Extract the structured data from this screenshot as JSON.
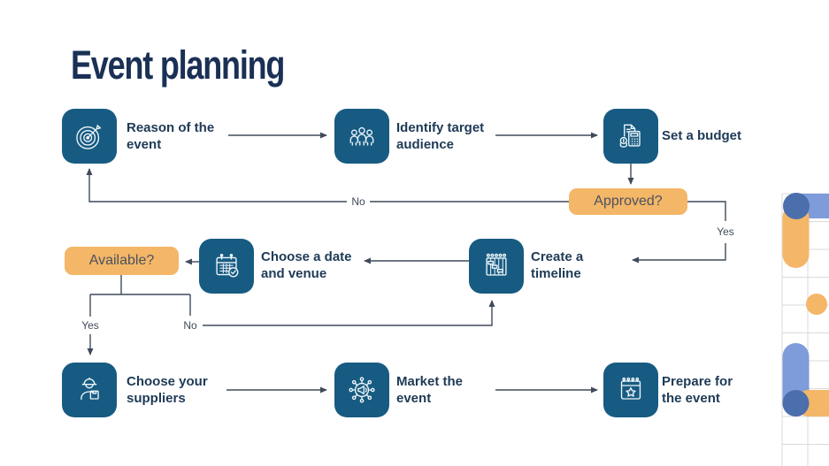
{
  "slide": {
    "title": "Event planning"
  },
  "flow": {
    "nodes": [
      {
        "label": "Reason of the\nevent",
        "icon": "target-icon"
      },
      {
        "label": "Identify target\naudience",
        "icon": "audience-icon"
      },
      {
        "label": "Set a budget",
        "icon": "budget-calculator-icon"
      },
      {
        "label": "Create a\ntimeline",
        "icon": "gantt-timeline-icon"
      },
      {
        "label": "Choose a date\nand venue",
        "icon": "calendar-check-icon"
      },
      {
        "label": "Choose your\nsuppliers",
        "icon": "supplier-worker-icon"
      },
      {
        "label": "Market the\nevent",
        "icon": "megaphone-network-icon"
      },
      {
        "label": "Prepare for\nthe event",
        "icon": "calendar-star-icon"
      }
    ],
    "decisions": [
      {
        "label": "Approved?"
      },
      {
        "label": "Available?"
      }
    ],
    "edge_labels": {
      "approved_no": "No",
      "approved_yes": "Yes",
      "available_yes": "Yes",
      "available_no": "No"
    }
  },
  "colors": {
    "node_blue": "#175B82",
    "decision_orange": "#F4B667",
    "title_navy": "#1A3055",
    "label_navy": "#1E3A56",
    "connector_slate": "#3F4A5A",
    "deco_light_blue": "#7E9CD9",
    "deco_dark_blue": "#4B6EAC",
    "deco_orange": "#F4B667",
    "deco_grid_gray": "#D9DADB"
  }
}
